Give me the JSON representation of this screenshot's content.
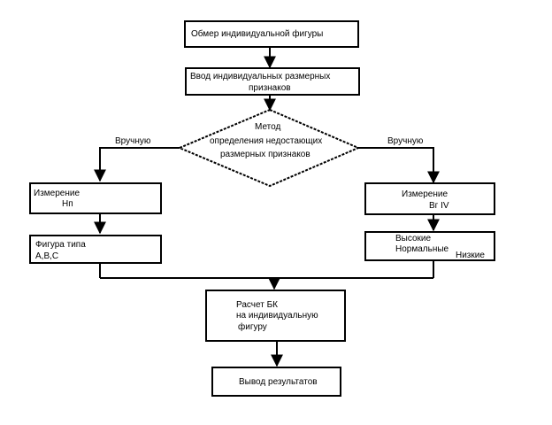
{
  "nodes": {
    "measure_figure": "Обмер индивидуальной фигуры",
    "input_line1": "Ввод индивидуальных размерных",
    "input_line2": "признаков",
    "method_line1": "Метод",
    "method_line2": "определения недостающих",
    "method_line3": "размерных признаков",
    "left_measure_line1": "Измерение",
    "left_measure_line2": "Нп",
    "right_measure_line1": "Измерение",
    "right_measure_line2": "Вг IV",
    "figure_type_line1": "Фигура типа",
    "figure_type_line2": "А,В,С",
    "height_high": "Высокие",
    "height_normal": "Нормальные",
    "height_low": "Низкие",
    "calc_line1": "Расчет БК",
    "calc_line2": "на индивидуальную",
    "calc_line3": "фигуру",
    "output": "Вывод результатов"
  },
  "edges": {
    "left_label": "Вручную",
    "right_label": "Вручную"
  }
}
